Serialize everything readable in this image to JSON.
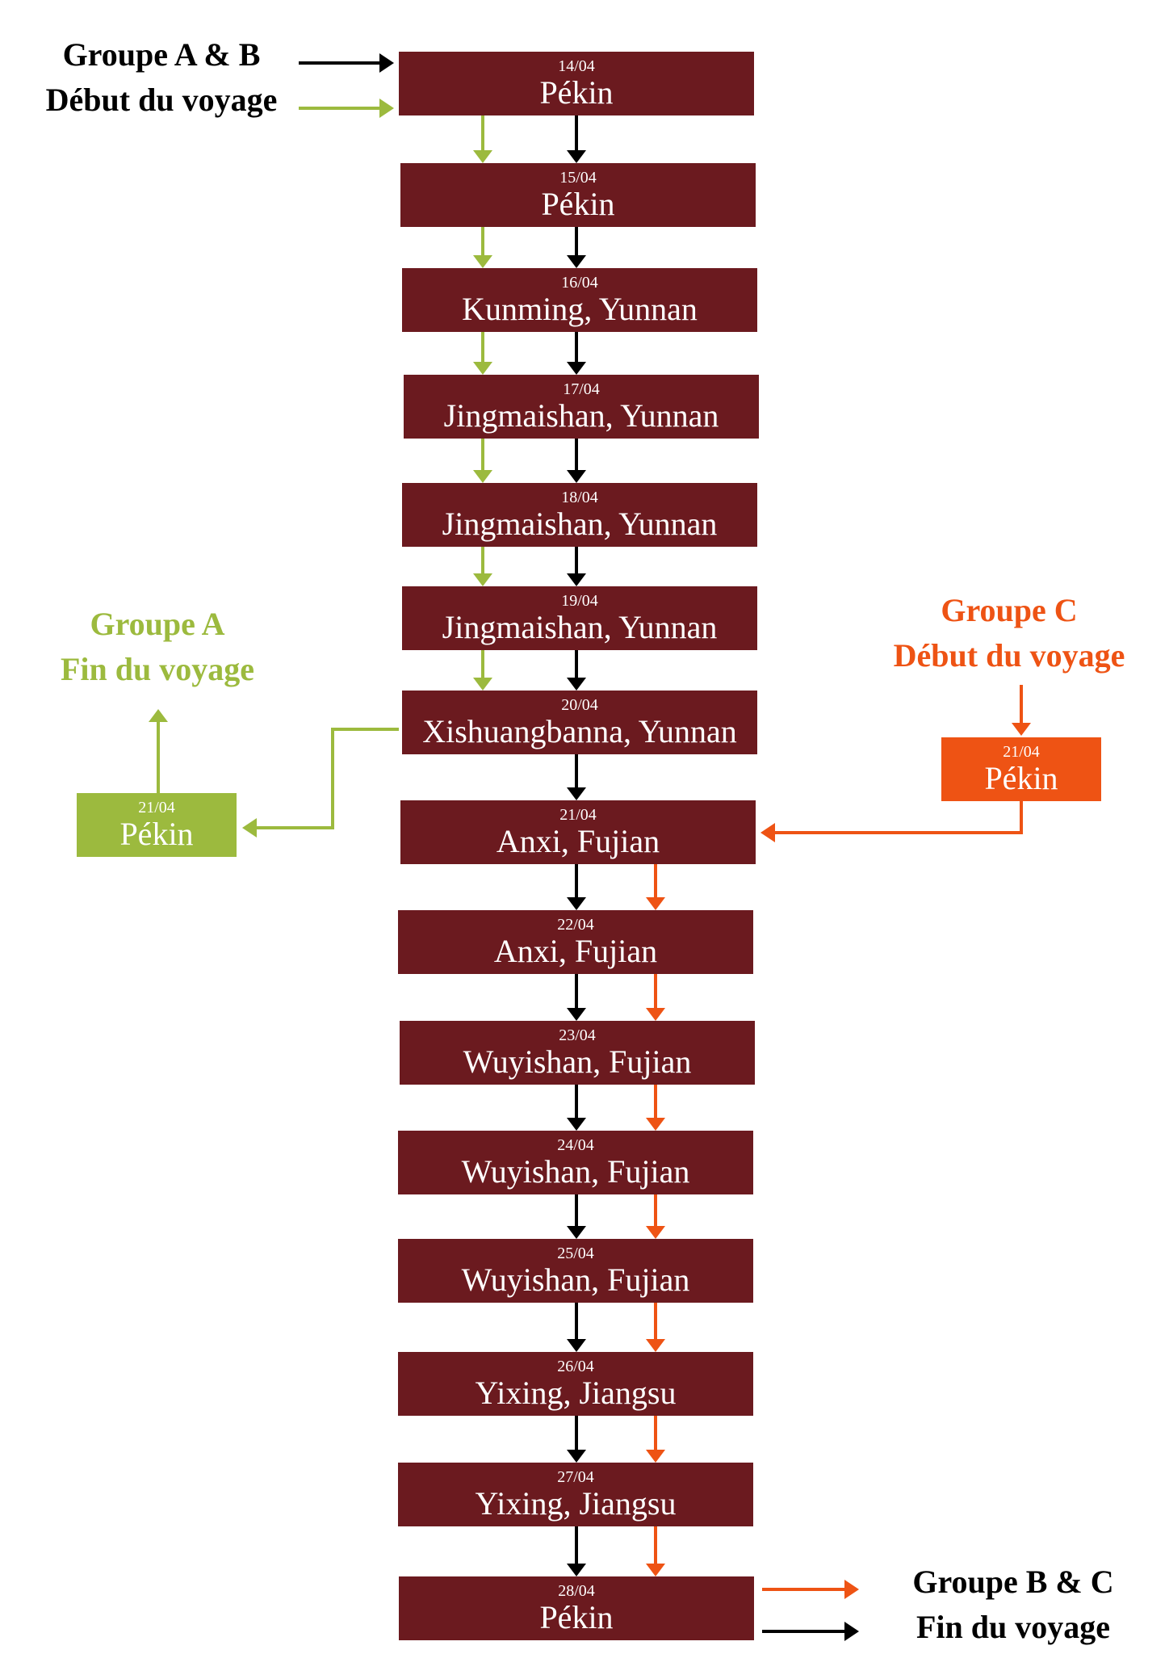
{
  "stops": [
    {
      "date": "14/04",
      "place": "Pékin"
    },
    {
      "date": "15/04",
      "place": "Pékin"
    },
    {
      "date": "16/04",
      "place": "Kunming, Yunnan"
    },
    {
      "date": "17/04",
      "place": "Jingmaishan, Yunnan"
    },
    {
      "date": "18/04",
      "place": "Jingmaishan, Yunnan"
    },
    {
      "date": "19/04",
      "place": "Jingmaishan, Yunnan"
    },
    {
      "date": "20/04",
      "place": "Xishuangbanna, Yunnan"
    },
    {
      "date": "21/04",
      "place": "Anxi, Fujian"
    },
    {
      "date": "22/04",
      "place": "Anxi, Fujian"
    },
    {
      "date": "23/04",
      "place": "Wuyishan, Fujian"
    },
    {
      "date": "24/04",
      "place": "Wuyishan, Fujian"
    },
    {
      "date": "25/04",
      "place": "Wuyishan, Fujian"
    },
    {
      "date": "26/04",
      "place": "Yixing, Jiangsu"
    },
    {
      "date": "27/04",
      "place": "Yixing, Jiangsu"
    },
    {
      "date": "28/04",
      "place": "Pékin"
    }
  ],
  "group_a_end": {
    "title": "Groupe A",
    "subtitle": "Fin du voyage",
    "date": "21/04",
    "place": "Pékin"
  },
  "group_c_start": {
    "title": "Groupe C",
    "subtitle": "Début du voyage",
    "date": "21/04",
    "place": "Pékin"
  },
  "group_ab_start": {
    "title": "Groupe A & B",
    "subtitle": "Début du voyage"
  },
  "group_bc_end": {
    "title": "Groupe B & C",
    "subtitle": "Fin du voyage"
  },
  "colors": {
    "box": "#6b1a1f",
    "green": "#9cba3e",
    "orange": "#ee5314",
    "black": "#000000"
  }
}
